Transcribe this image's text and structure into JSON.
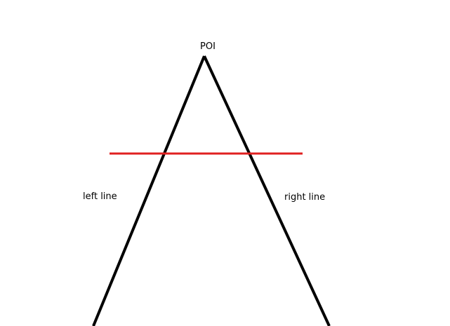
{
  "labels": {
    "apex": "POI",
    "left": "left line",
    "right": "right line"
  },
  "colors": {
    "lines": "#000000",
    "crossbar": "#e02020",
    "background": "#ffffff"
  }
}
